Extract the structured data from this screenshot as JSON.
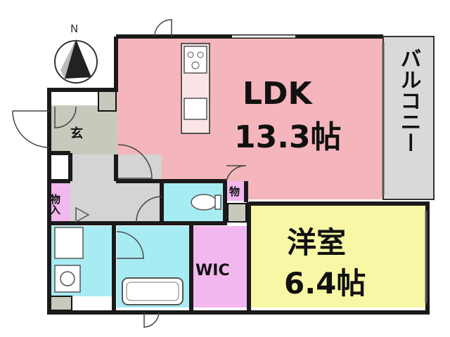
{
  "compass": {
    "north_label": "N"
  },
  "rooms": {
    "ldk": {
      "name": "LDK",
      "size": "13.3帖",
      "color": "#f4b6bc"
    },
    "western": {
      "name": "洋室",
      "size": "6.4帖",
      "color": "#f7f7a6"
    },
    "wic": {
      "name": "WIC",
      "color": "#f3b7ef"
    },
    "balcony": {
      "name": "バルコニー",
      "color": "#d9d9d9"
    },
    "entrance": {
      "name": "玄",
      "color": "#c8c8bc"
    },
    "storage_small": {
      "name": "物"
    },
    "storage_in": {
      "name": "物入"
    },
    "wet_area_color": "#a8ecf3"
  },
  "colors": {
    "wall": "#1a1a1a",
    "hall": "#d4d4d4",
    "fixture_stroke": "#555555"
  }
}
